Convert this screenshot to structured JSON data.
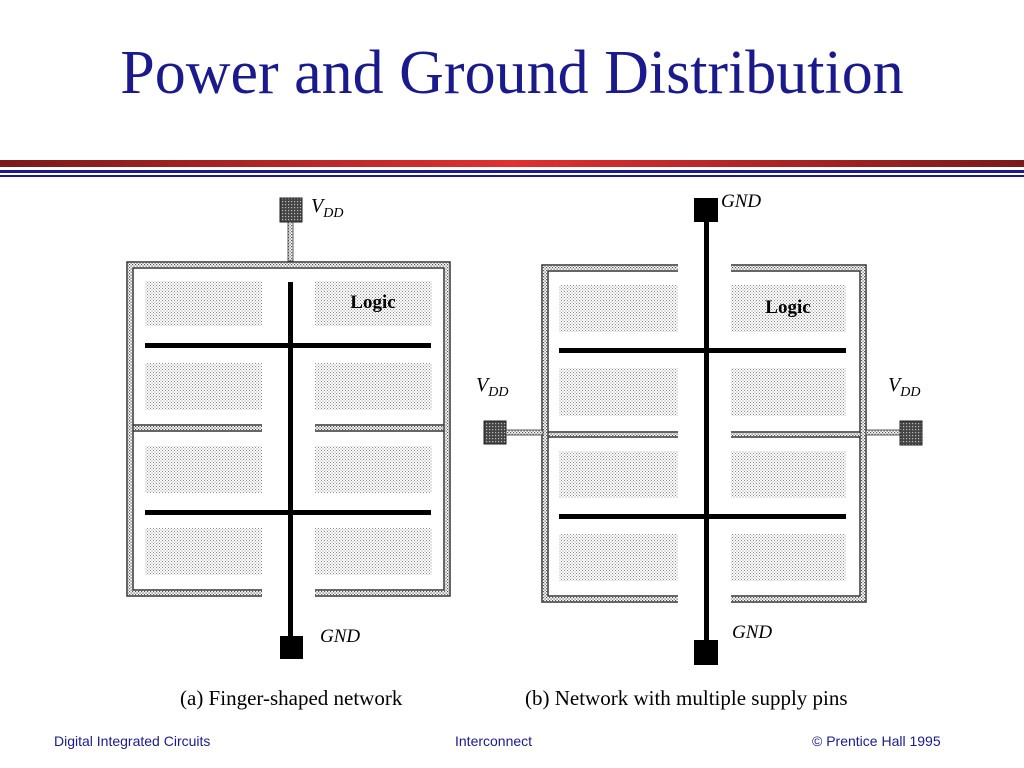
{
  "slide": {
    "title": "Power and Ground Distribution"
  },
  "diagram_a": {
    "vdd_label": "V",
    "vdd_subscript": "DD",
    "gnd_label": "GND",
    "logic_label": "Logic",
    "caption": "(a) Finger-shaped network"
  },
  "diagram_b": {
    "gnd_top_label": "GND",
    "gnd_bottom_label": "GND",
    "vdd_left_label": "V",
    "vdd_left_subscript": "DD",
    "vdd_right_label": "V",
    "vdd_right_subscript": "DD",
    "logic_label": "Logic",
    "caption": "(b) Network with multiple supply pins"
  },
  "footer": {
    "left": "Digital Integrated Circuits",
    "center": "Interconnect",
    "right": "© Prentice Hall 1995"
  },
  "colors": {
    "title": "#1a1a8c",
    "footer": "#1a1a8c",
    "rule_red": "#e03030",
    "rule_blue": "#1a1a8c"
  }
}
